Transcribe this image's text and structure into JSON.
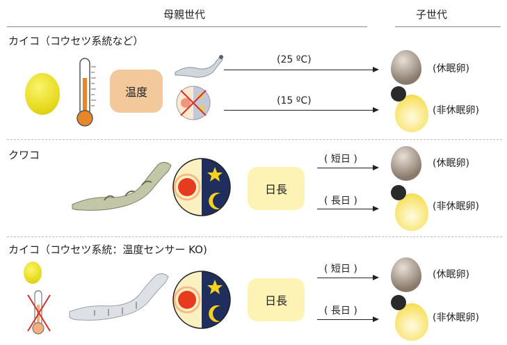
{
  "header": {
    "parent": "母親世代",
    "child": "子世代"
  },
  "rows": [
    {
      "title": "カイコ（コウセツ系統など）",
      "center_label": "温度",
      "arrows": [
        {
          "label": "(25 ºC)",
          "result": "(休眠卵)"
        },
        {
          "label": "(15 ºC)",
          "result": "(非休眠卵)"
        }
      ]
    },
    {
      "title": "クワコ",
      "center_label": "日長",
      "arrows": [
        {
          "label": "( 短日 )",
          "result": "(休眠卵)"
        },
        {
          "label": "( 長日 )",
          "result": "(非休眠卵)"
        }
      ]
    },
    {
      "title": "カイコ（コウセツ系統：温度センサー KO)",
      "center_label": "日長",
      "arrows": [
        {
          "label": "( 短日 )",
          "result": "(休眠卵)"
        },
        {
          "label": "( 長日 )",
          "result": "(非休眠卵)"
        }
      ]
    }
  ],
  "colors": {
    "temp_box": "#f3c89a",
    "daylen_box": "#fdf3b5",
    "night": "#1f2e5c",
    "moon_star": "#f5d21e",
    "day_bg": "#fbf0c0",
    "sun": "#e63b1f",
    "diapause_egg": "#8a7a6c",
    "nondiapause_egg": "#f7df5a"
  }
}
